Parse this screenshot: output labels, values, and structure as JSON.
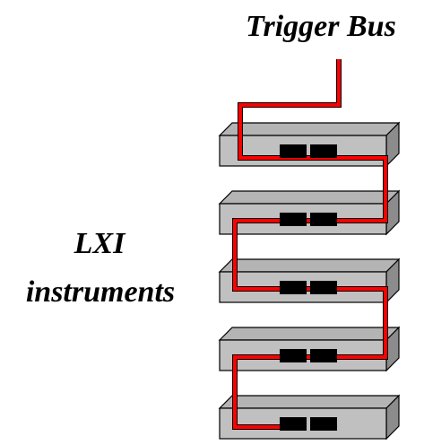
{
  "title": "Trigger Bus",
  "instruments_label": {
    "line1": "LXI",
    "line2": "instruments"
  },
  "instrument_count": 5,
  "colors": {
    "cable": "#ff0000",
    "box_front": "#c0c0c0",
    "box_top": "#b4b4b4",
    "box_side": "#8c8c8c",
    "connector": "#000000",
    "text": "#000000"
  }
}
